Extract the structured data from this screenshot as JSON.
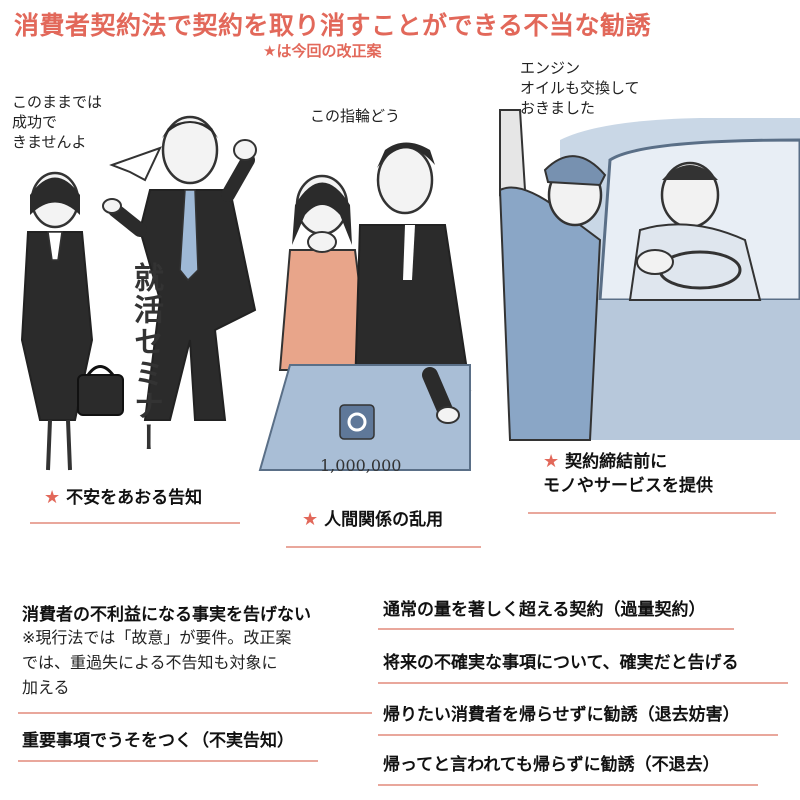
{
  "header": {
    "title": "消費者契約法で契約を取り消すことができる不当な勧誘",
    "subtitle": "は今回の改正案",
    "subtitle_star": "★"
  },
  "illustration": {
    "bubble_left": "このままでは\n成功で\nきませんよ",
    "vertical_text": "就活セミナー",
    "bubble_middle": "この指輪どう",
    "bubble_right": "エンジン\nオイルも交換して\nおきました",
    "ring_price": "1,000,000"
  },
  "captions": [
    {
      "star": "★",
      "text": "不安をあおる告知"
    },
    {
      "star": "★",
      "text": "人間関係の乱用"
    },
    {
      "star": "★",
      "text": "契約締結前に\nモノやサービスを提供"
    }
  ],
  "left_list": {
    "item1": "消費者の不利益になる事実を告げない",
    "note": "※現行法では「故意」が要件。改正案\nでは、重過失による不告知も対象に\n加える",
    "item2": "重要事項でうそをつく（不実告知）"
  },
  "right_list": [
    "通常の量を著しく超える契約（過量契約）",
    "将来の不確実な事項について、確実だと告げる",
    "帰りたい消費者を帰らせずに勧誘（退去妨害）",
    "帰ってと言われても帰らずに勧誘（不退去）"
  ],
  "colors": {
    "accent": "#e2685a",
    "rule": "#e9a79c",
    "car_blue": "#a9bed6",
    "suit": "#2b2b2b",
    "dress": "#e8a58a"
  }
}
